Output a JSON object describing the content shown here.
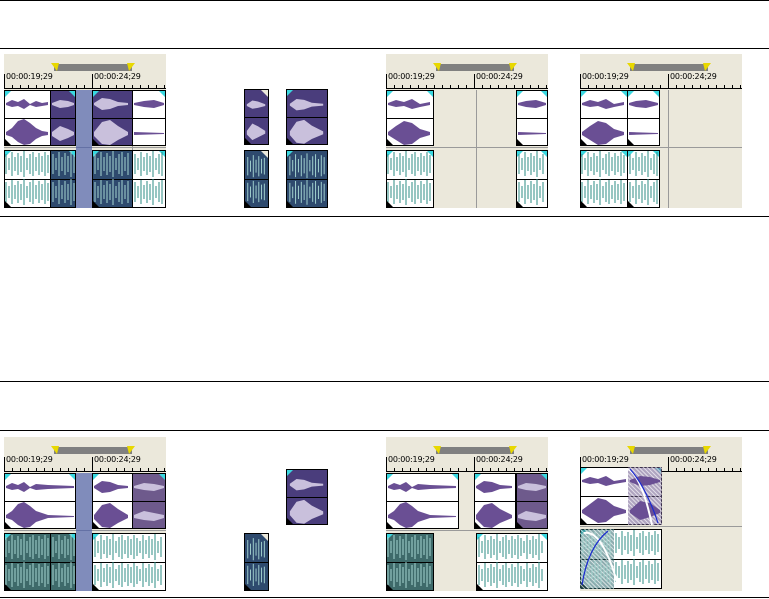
{
  "rulers": {
    "start_label": "00:00:19;29",
    "end_label": "00:00:24;29"
  },
  "panels": [
    {
      "id": "top-a"
    },
    {
      "id": "top-c"
    },
    {
      "id": "top-d"
    },
    {
      "id": "bot-a"
    },
    {
      "id": "bot-c"
    },
    {
      "id": "bot-d"
    }
  ],
  "colors": {
    "voice_wave": "#6a4f94",
    "voice_wave_light": "#c9c0dc",
    "music_wave": "#2e8c86",
    "music_wave_light": "#a6d6d2",
    "cue": "#3ad8e0",
    "loop_marker": "#e8d800",
    "panel_bg": "#ebe8db"
  }
}
